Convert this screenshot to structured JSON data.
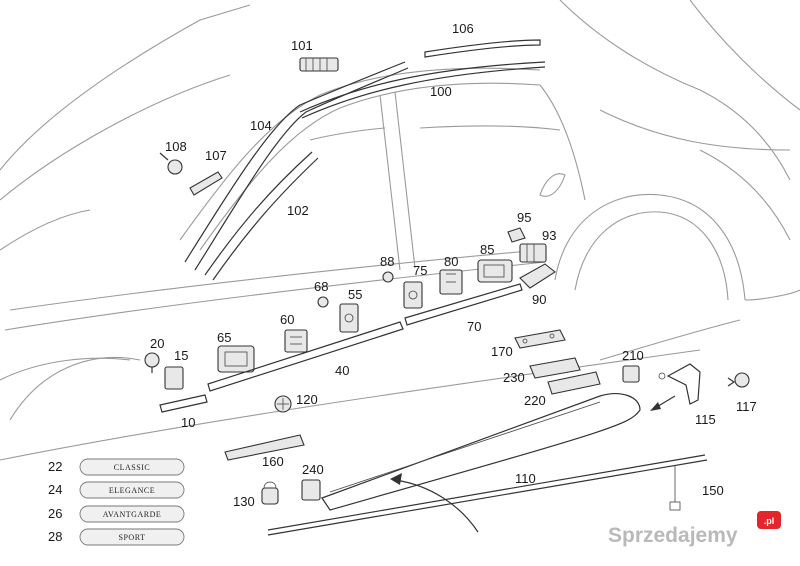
{
  "part_labels": [
    {
      "id": "106",
      "text": "106"
    },
    {
      "id": "101",
      "text": "101"
    },
    {
      "id": "100",
      "text": "100"
    },
    {
      "id": "104",
      "text": "104"
    },
    {
      "id": "108",
      "text": "108"
    },
    {
      "id": "107",
      "text": "107"
    },
    {
      "id": "102",
      "text": "102"
    },
    {
      "id": "95",
      "text": "95"
    },
    {
      "id": "93",
      "text": "93"
    },
    {
      "id": "88",
      "text": "88"
    },
    {
      "id": "80",
      "text": "80"
    },
    {
      "id": "85",
      "text": "85"
    },
    {
      "id": "75",
      "text": "75"
    },
    {
      "id": "68",
      "text": "68"
    },
    {
      "id": "55",
      "text": "55"
    },
    {
      "id": "90",
      "text": "90"
    },
    {
      "id": "60",
      "text": "60"
    },
    {
      "id": "65",
      "text": "65"
    },
    {
      "id": "70",
      "text": "70"
    },
    {
      "id": "20",
      "text": "20"
    },
    {
      "id": "15",
      "text": "15"
    },
    {
      "id": "40",
      "text": "40"
    },
    {
      "id": "170",
      "text": "170"
    },
    {
      "id": "210",
      "text": "210"
    },
    {
      "id": "230",
      "text": "230"
    },
    {
      "id": "120",
      "text": "120"
    },
    {
      "id": "220",
      "text": "220"
    },
    {
      "id": "115",
      "text": "115"
    },
    {
      "id": "117",
      "text": "117"
    },
    {
      "id": "10",
      "text": "10"
    },
    {
      "id": "160",
      "text": "160"
    },
    {
      "id": "240",
      "text": "240"
    },
    {
      "id": "110",
      "text": "110"
    },
    {
      "id": "130",
      "text": "130"
    },
    {
      "id": "150",
      "text": "150"
    }
  ],
  "emblems": [
    {
      "number": "22",
      "text": "CLASSIC"
    },
    {
      "number": "24",
      "text": "ELEGANCE"
    },
    {
      "number": "26",
      "text": "AVANTGARDE"
    },
    {
      "number": "28",
      "text": "SPORT"
    }
  ],
  "watermark": {
    "text": "Sprzedajemy",
    "badge": ".pl",
    "badge_color": "#e3262b"
  }
}
